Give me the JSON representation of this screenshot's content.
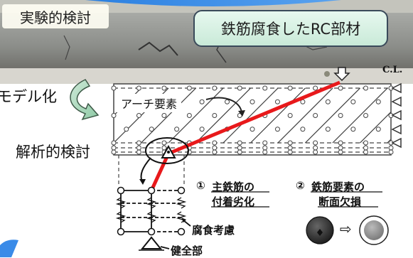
{
  "title": "鉄筋腐食したRC部材",
  "labels": {
    "experimental": "実験的検討",
    "modeling": "モデル化",
    "analytical": "解析的検討",
    "arch_element": "アーチ要素",
    "centerline": "C.L."
  },
  "items": {
    "item1_number": "①",
    "item1_line1": "主鉄筋の",
    "item1_line2": "付着劣化",
    "item2_number": "②",
    "item2_line1": "鉄筋要素の",
    "item2_line2": "断面欠損",
    "arrow_symbol": "⇨"
  },
  "detail_labels": {
    "corrosion": "腐食考慮",
    "healthy": "健全部"
  },
  "colors": {
    "title_bg": "#d5f0e2",
    "highlight_line": "#e8191b",
    "arrow_fill": "#b6e3c7",
    "photo_bg": "#9a9a94"
  }
}
